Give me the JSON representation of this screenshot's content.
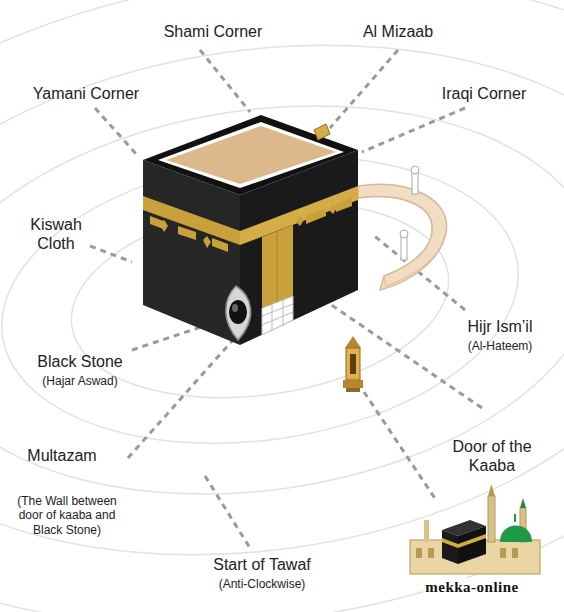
{
  "diagram": {
    "labels": [
      "Shami Corner",
      "Al Mizaab",
      "Yamani Corner",
      "Iraqi Corner",
      "Kiswah Cloth",
      "Hijr Ism’il",
      "(Al-Hateem)",
      "Black Stone",
      "(Hajar Aswad)",
      "Door of the Kaaba",
      "Multazam",
      "(The Wall between door of kaaba and Black Stone)",
      "Start of Tawaf",
      "(Anti-Clockwise)",
      "mekka-online"
    ]
  }
}
